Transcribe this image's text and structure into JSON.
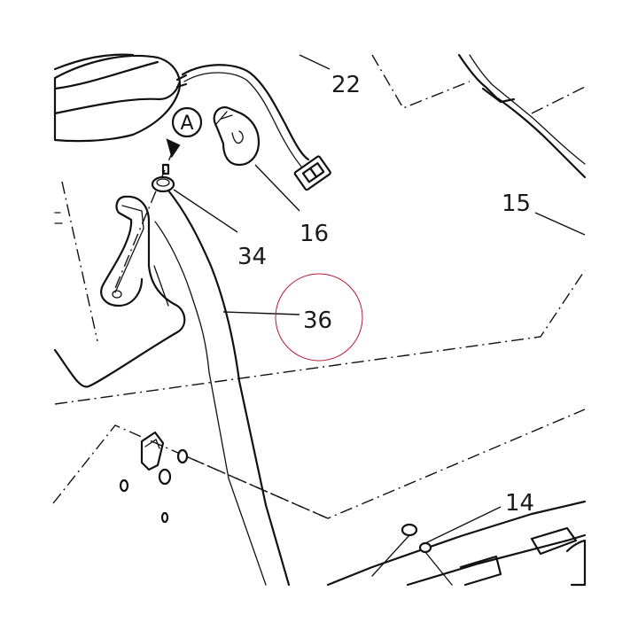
{
  "labels": {
    "p22": "22",
    "p16": "16",
    "p15": "15",
    "p34": "34",
    "p36": "36",
    "p14": "14"
  },
  "callouts": {
    "a": "A"
  },
  "colors": {
    "ink": "#111111",
    "highlight_ring": "#b01a3a",
    "background": "#ffffff"
  }
}
